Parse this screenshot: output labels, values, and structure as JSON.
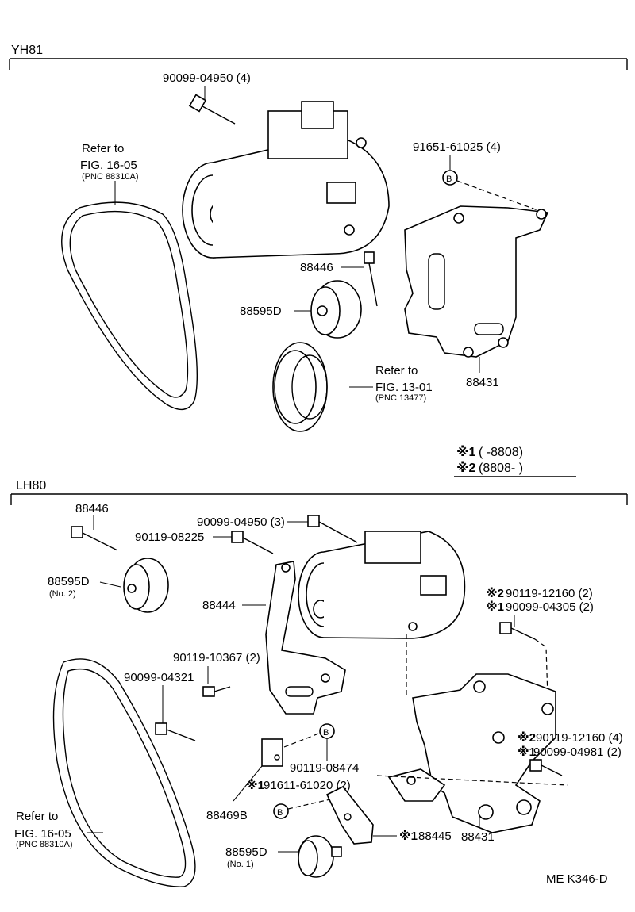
{
  "top_section": {
    "title": "YH81",
    "labels": {
      "bolt_top": "90099-04950 (4)",
      "refer_to": "Refer to",
      "fig_belt": "FIG. 16-05",
      "pnc_belt": "(PNC 88310A)",
      "bolt_b": "91651-61025 (4)",
      "b_marker": "B",
      "p88446": "88446",
      "p88595d": "88595D",
      "refer_to_2": "Refer to",
      "fig_pulley": "FIG. 13-01",
      "pnc_pulley": "(PNC 13477)",
      "p88431": "88431"
    }
  },
  "legend": {
    "row1_mark": "※1",
    "row1_text": "(      -8808)",
    "row2_mark": "※2",
    "row2_text": "(8808-      )"
  },
  "bottom_section": {
    "title": "LH80",
    "labels": {
      "p88446": "88446",
      "bolt_3": "90099-04950 (3)",
      "bolt_08225": "90119-08225",
      "p88595d": "88595D",
      "no2": "(No. 2)",
      "p88444": "88444",
      "r1_mark": "※2",
      "r1_text": "90119-12160 (2)",
      "r2_mark": "※1",
      "r2_text": "90099-04305 (2)",
      "bolt_10367": "90119-10367 (2)",
      "bolt_04321": "90099-04321",
      "r3_mark": "※2",
      "r3_text": "90119-12160 (4)",
      "r4_mark": "※1",
      "r4_text": "90099-04981 (2)",
      "b_marker_1": "B",
      "bolt_08474": "90119-08474",
      "r5_mark": "※1",
      "r5_text": "91611-61020 (2)",
      "p88469b": "88469B",
      "b_marker_2": "B",
      "refer_to": "Refer to",
      "fig_belt": "FIG. 16-05",
      "pnc_belt": "(PNC 88310A)",
      "p88595d_no1": "88595D",
      "no1": "(No. 1)",
      "r6_mark": "※1",
      "r6_text": "88445",
      "p88431": "88431"
    }
  },
  "footer": {
    "code": "ME  K346-D"
  }
}
